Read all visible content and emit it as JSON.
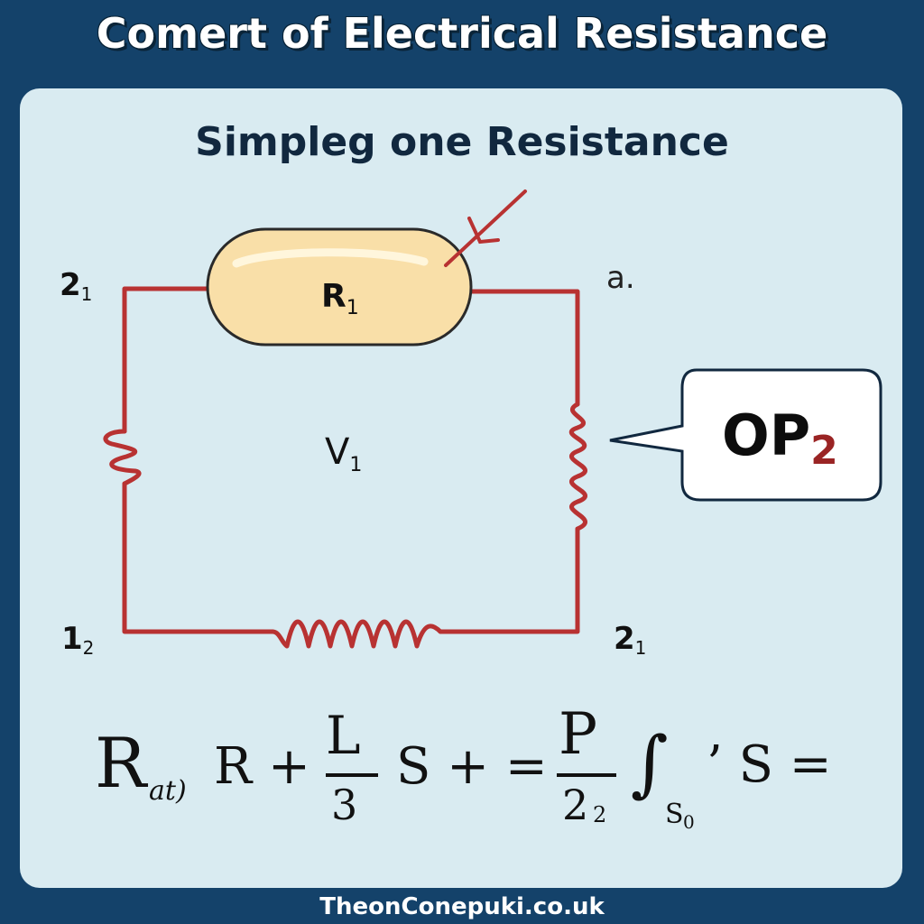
{
  "header": {
    "title": "Comert of Electrical Resistance"
  },
  "diagram": {
    "subtitle": "Simpleg one Resistance",
    "resistor_label": {
      "main": "R",
      "sub": "1"
    },
    "source_label": {
      "main": "V",
      "sub": "1"
    },
    "corner_labels": {
      "top_left": {
        "main": "2",
        "sub": "1"
      },
      "top_right": "a.",
      "bottom_left": {
        "main": "1",
        "sub": "2"
      },
      "bottom_right": {
        "main": "2",
        "sub": "1"
      }
    },
    "callout": {
      "main": "OP",
      "sub": "2"
    },
    "colors": {
      "wire": "#b83232",
      "resistor_body": "#f9dfa8",
      "panel": "#d9ebf1",
      "background": "#14426a",
      "callout_sub": "#9a2424"
    }
  },
  "formula": {
    "p1": "R",
    "p1_sub": "at)",
    "p2": "R +",
    "frac1_num": "L",
    "frac1_den": "3",
    "p3": "S + =",
    "frac2_num": "P",
    "frac2_den": "2",
    "frac2_den_sub": "2",
    "integral": "∫",
    "int_lower": "S",
    "int_lower_sub": "0",
    "p4": "’ S ="
  },
  "footer": {
    "site": "TheonConepuki.co.uk"
  }
}
